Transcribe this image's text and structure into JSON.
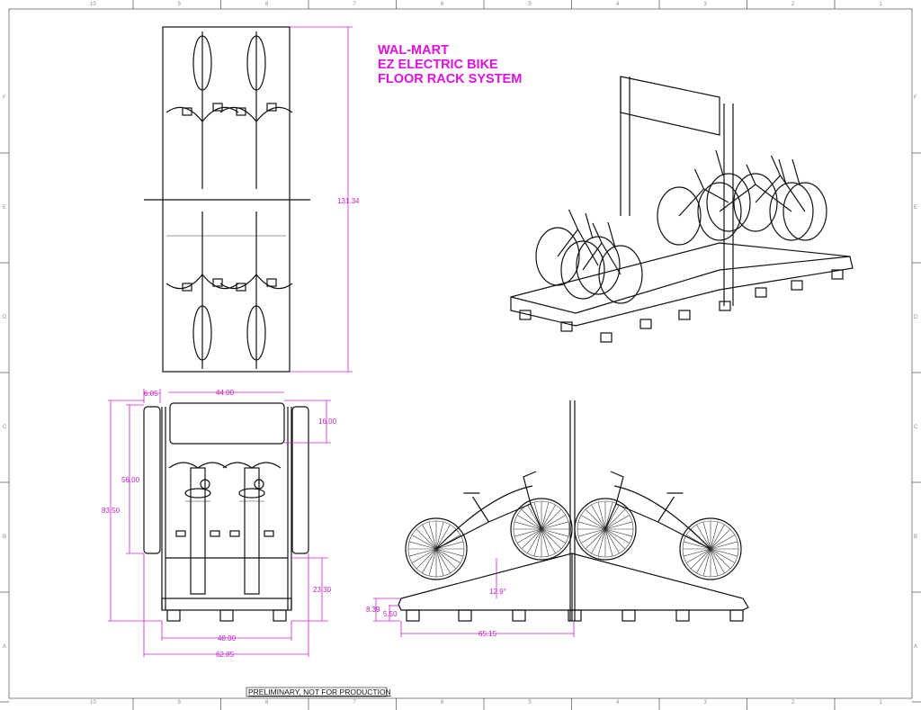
{
  "title_block": {
    "lines": [
      "WAL-MART",
      "EZ ELECTRIC BIKE",
      "FLOOR RACK SYSTEM"
    ]
  },
  "note": "PRELIMINARY, NOT FOR PRODUCTION",
  "zones": {
    "columns": [
      "10",
      "9",
      "8",
      "7",
      "6",
      "5",
      "4",
      "3",
      "2",
      "1"
    ],
    "rows": [
      "F",
      "E",
      "D",
      "C",
      "B",
      "A"
    ]
  },
  "dimensions": {
    "top_view_length": "131.34",
    "front_side_offset": "6.05",
    "front_sign_width": "44.00",
    "front_sign_height": "16.00",
    "front_upright_height": "56.00",
    "front_overall_height": "83.50",
    "front_base_height": "23.30",
    "front_base_width": "48.00",
    "front_overall_width": "62.85",
    "side_ramp_angle": "12.9°",
    "side_overall_height": "8.39",
    "side_base_height": "5.50",
    "side_half_length": "65.15"
  },
  "colors": {
    "annotation": "#e010e0",
    "line": "#111111"
  }
}
